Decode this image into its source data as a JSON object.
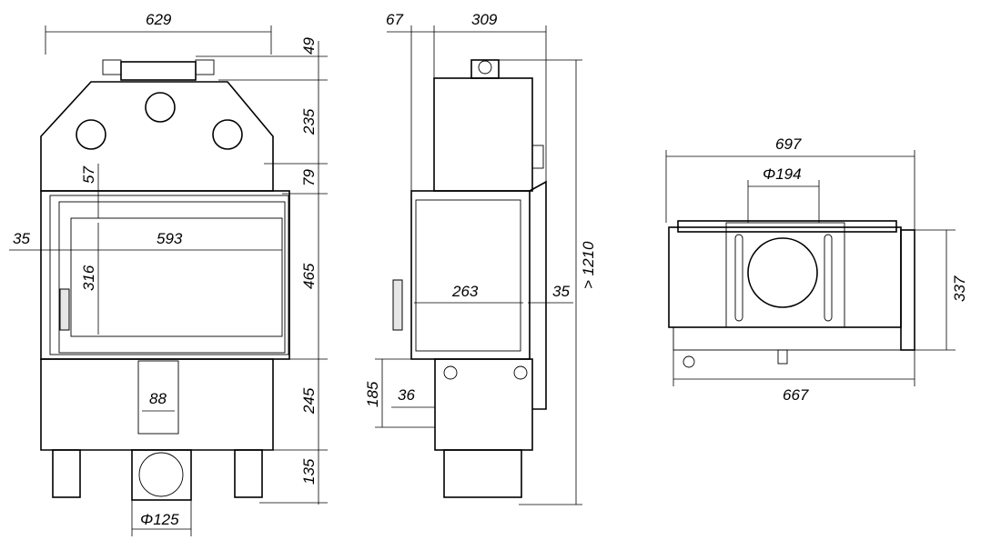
{
  "front_view": {
    "width": "629",
    "top_collar": "49",
    "hood_height": "235",
    "hood_lower": "79",
    "glass_top_offset": "57",
    "side_offset": "35",
    "glass_width": "593",
    "glass_height": "316",
    "door_height": "465",
    "air_inlet_width": "88",
    "base_height": "245",
    "leg_height": "135",
    "outlet_diameter": "Φ125"
  },
  "side_view": {
    "offset": "67",
    "depth": "309",
    "total_height": "> 1210",
    "glass_depth": "263",
    "side_offset": "35",
    "inlet_height": "185",
    "inlet_offset": "36"
  },
  "top_view": {
    "width": "697",
    "flue_diameter": "Φ194",
    "depth": "337",
    "body_width": "667"
  }
}
